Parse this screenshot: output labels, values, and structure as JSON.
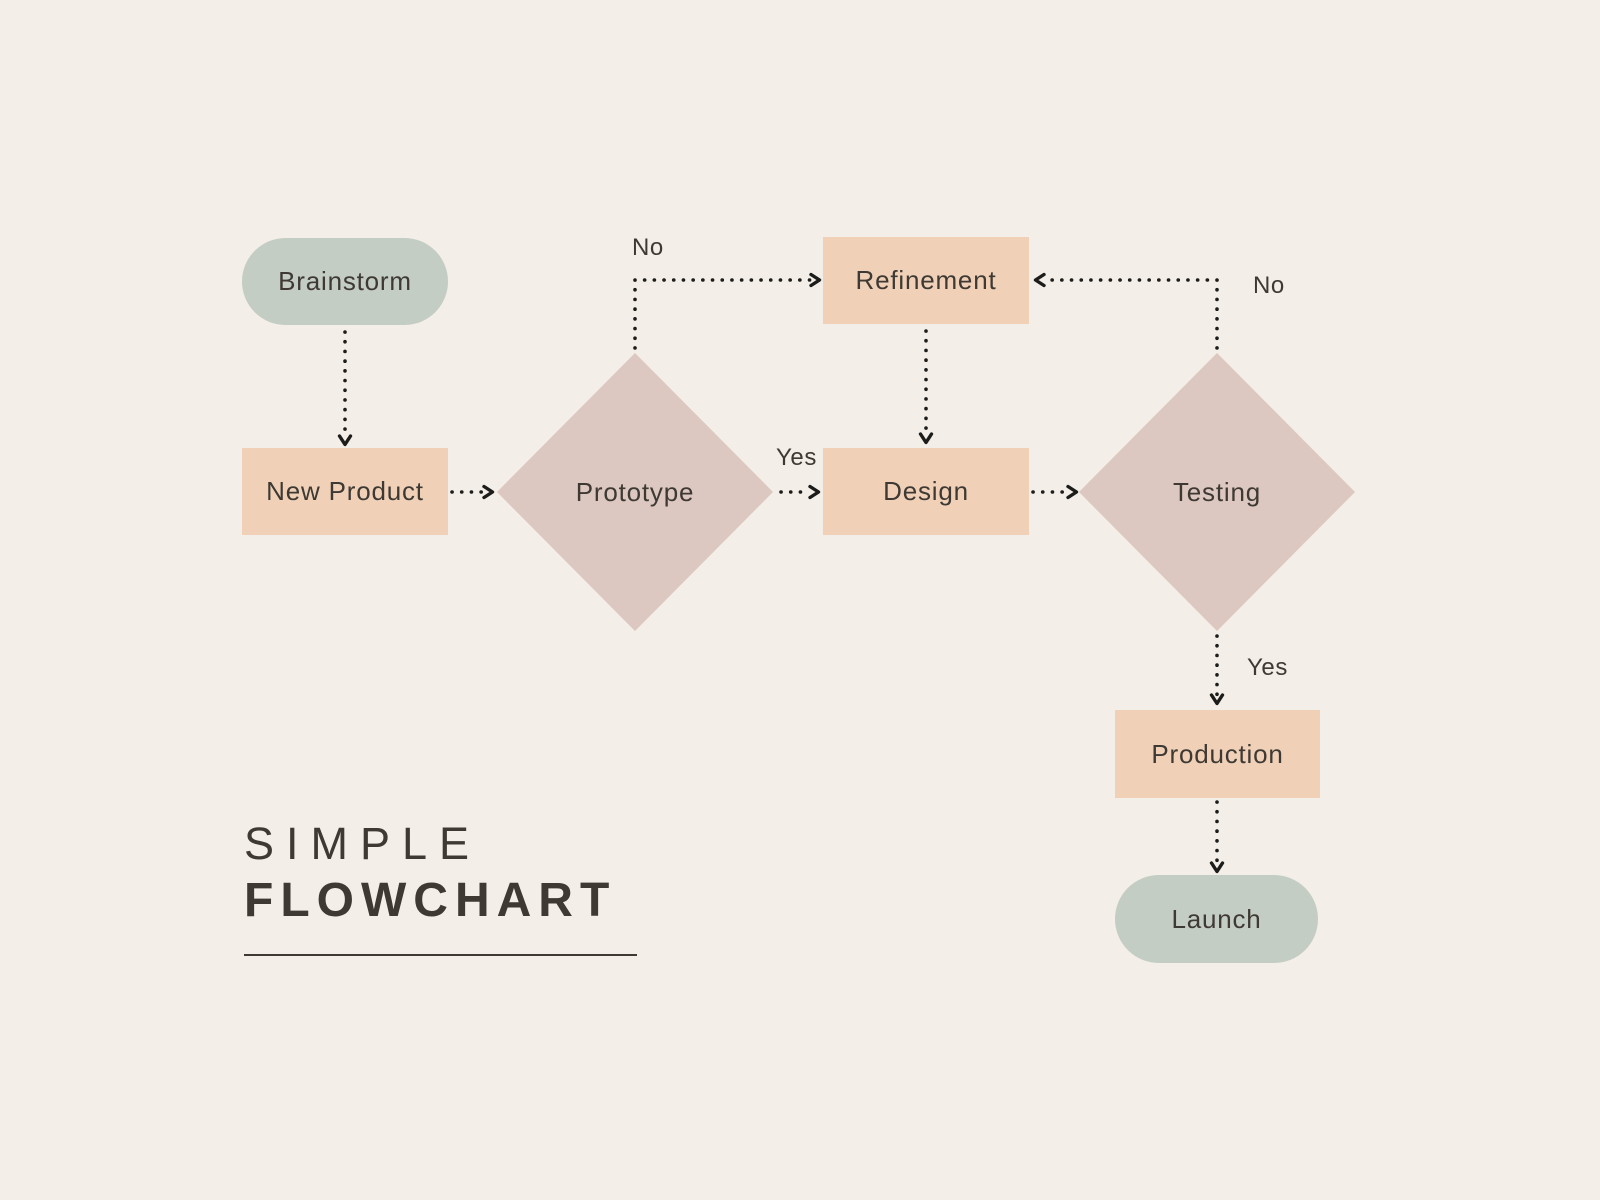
{
  "title": {
    "line1": "SIMPLE",
    "line2": "FLOWCHART"
  },
  "colors": {
    "background": "#F3EEE7",
    "terminal": "#C3CDC3",
    "process": "#F0D1B8",
    "decision": "#DCC8C0",
    "text": "#3E3933",
    "arrow": "#1C1C1A"
  },
  "nodes": {
    "brainstorm": {
      "label": "Brainstorm",
      "type": "terminal"
    },
    "new_product": {
      "label": "New Product",
      "type": "process"
    },
    "prototype": {
      "label": "Prototype",
      "type": "decision"
    },
    "refinement": {
      "label": "Refinement",
      "type": "process"
    },
    "design": {
      "label": "Design",
      "type": "process"
    },
    "testing": {
      "label": "Testing",
      "type": "decision"
    },
    "production": {
      "label": "Production",
      "type": "process"
    },
    "launch": {
      "label": "Launch",
      "type": "terminal"
    }
  },
  "edge_labels": {
    "prototype_no": "No",
    "prototype_yes": "Yes",
    "testing_no": "No",
    "testing_yes": "Yes"
  }
}
